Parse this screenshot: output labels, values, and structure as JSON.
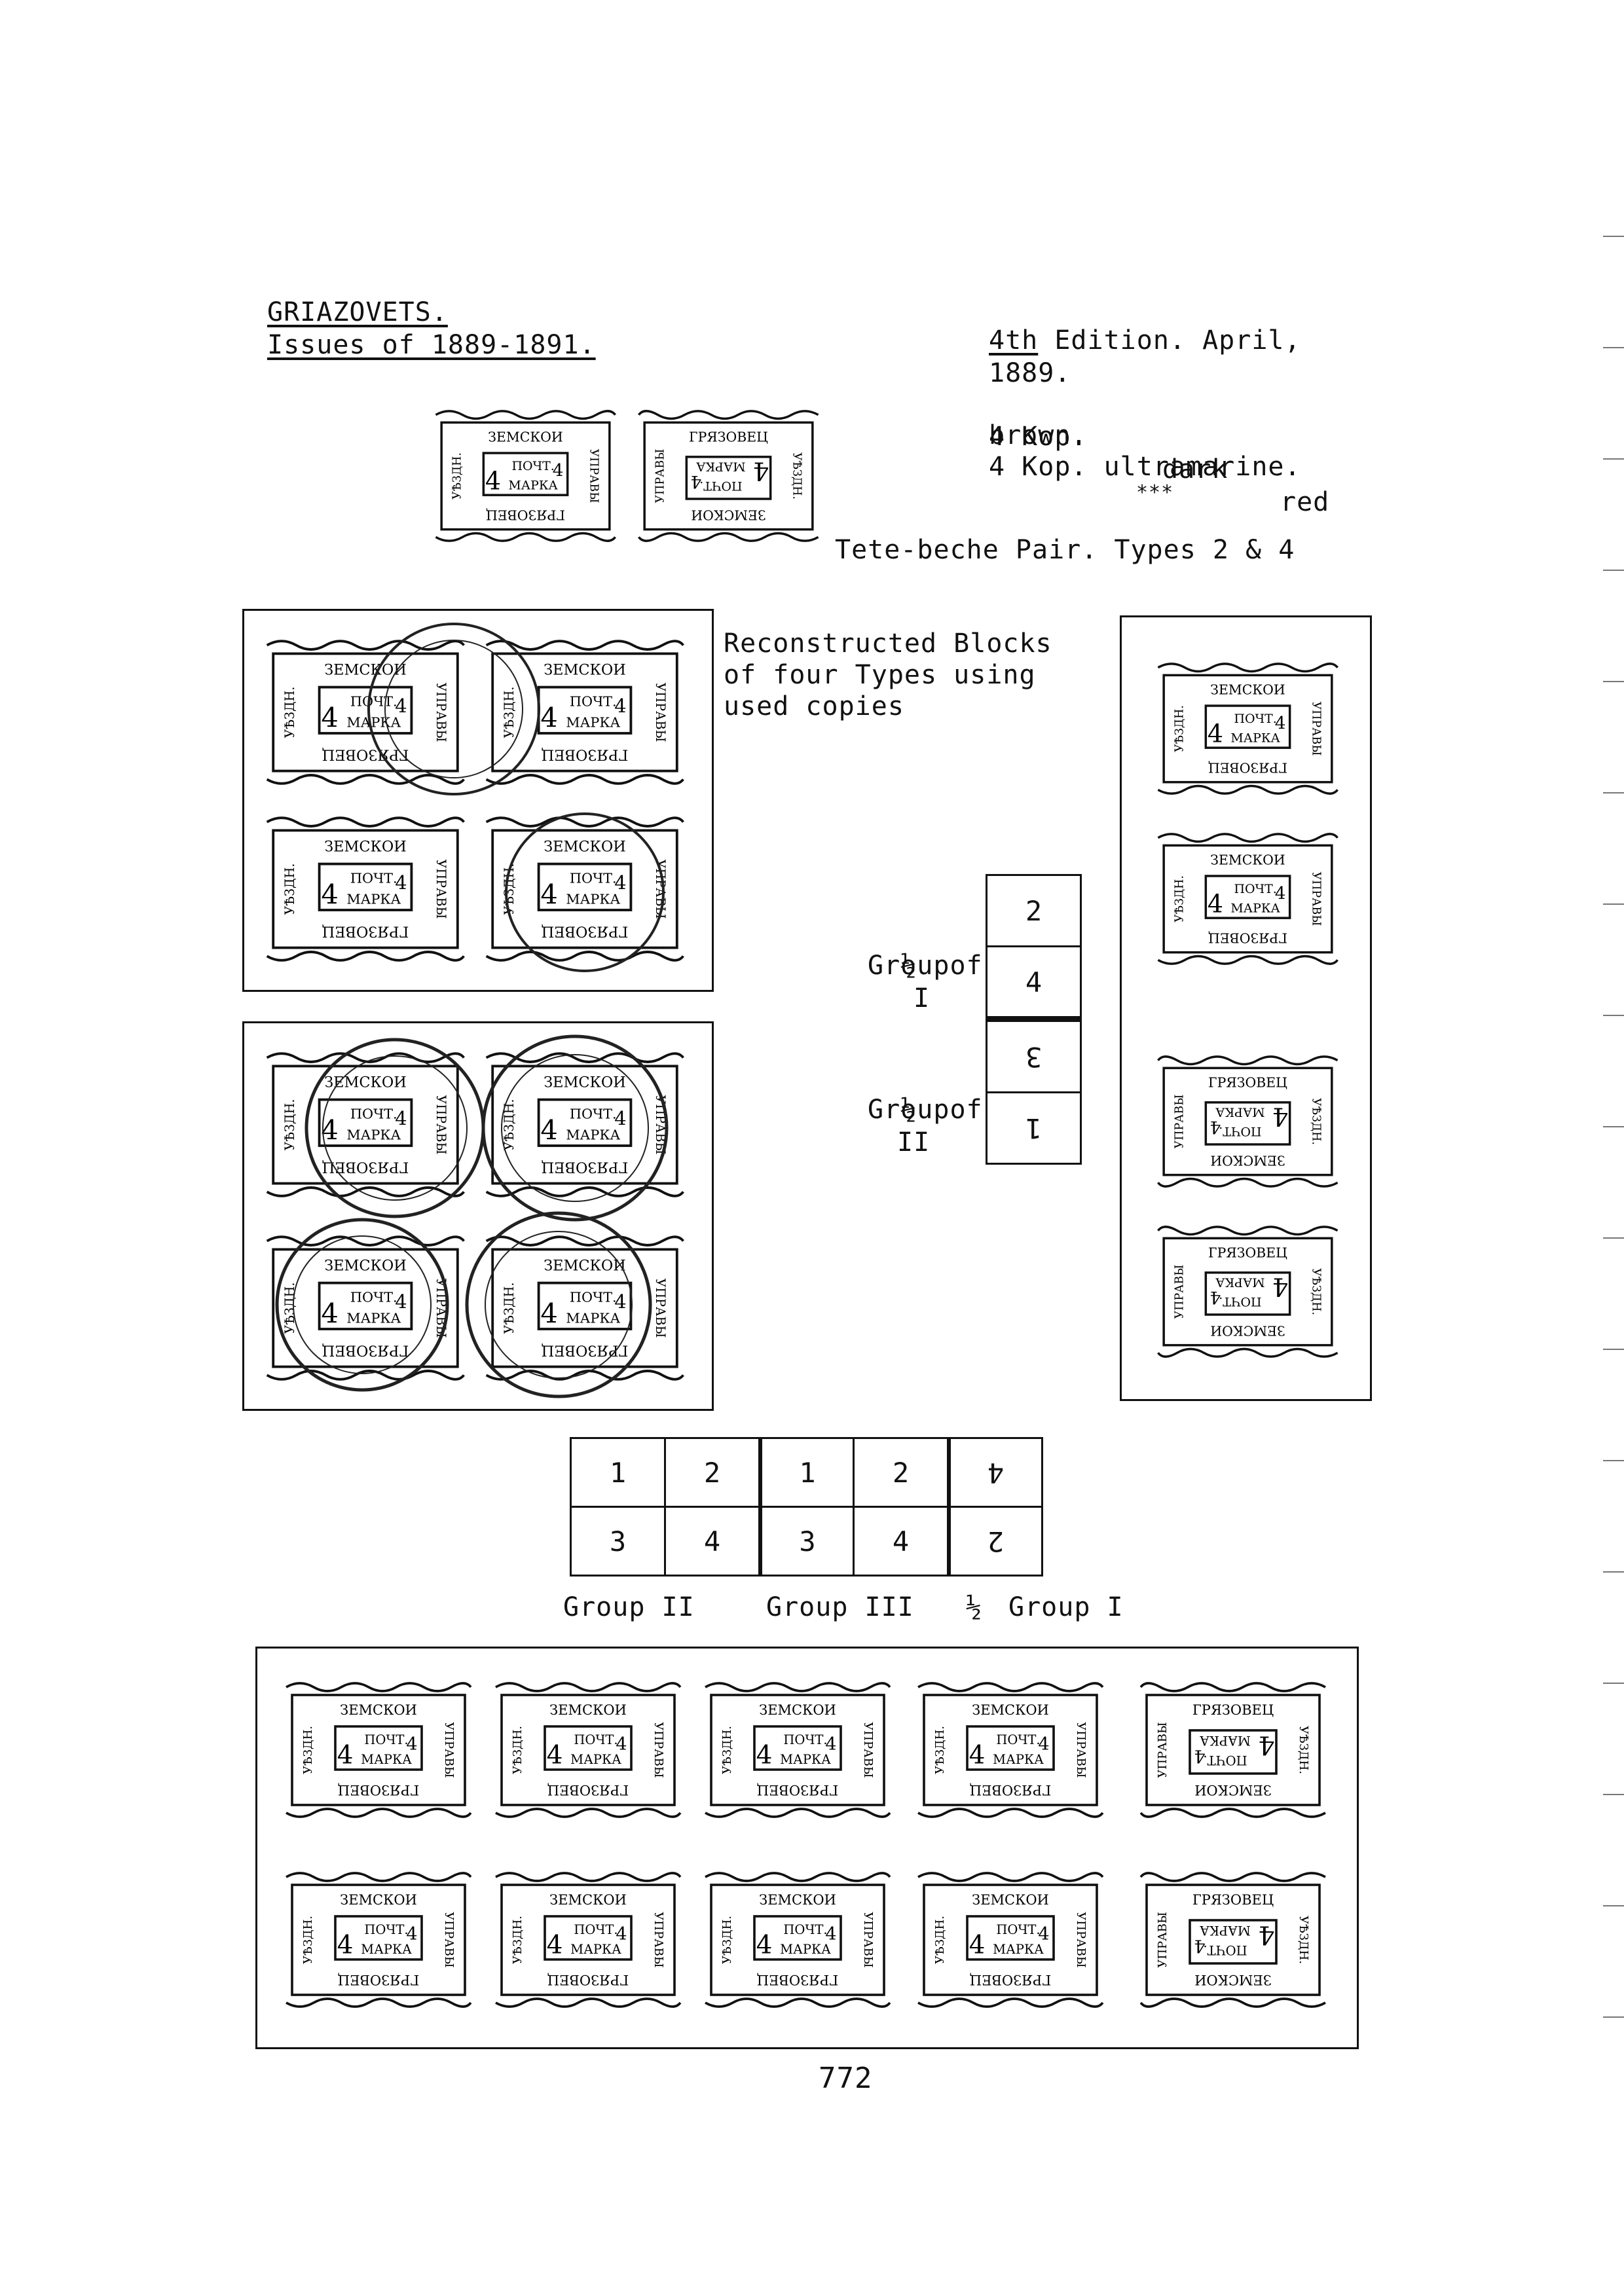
{
  "header": {
    "title": "GRIAZOVETS.",
    "subtitle": "Issues of 1889-1891."
  },
  "edition": {
    "ordinal": "4th",
    "line1_rest": " Edition. April,",
    "line2": "1889.",
    "line3_left": "4 Kop.",
    "line3_mid": "dark",
    "line3_right": "red",
    "line4": "brown.",
    "line5": "4 Kop. ultramarine.",
    "line6": "***"
  },
  "tete_beche": {
    "label": "Tete-beche Pair. Types 2 & 4"
  },
  "reconstructed": {
    "line1": "Reconstructed Blocks",
    "line2": "of four Types using",
    "line3": "used copies"
  },
  "group_column": {
    "half_label": "½",
    "of_label": "of",
    "group_label": "Group",
    "roman_one": "I",
    "roman_two": "II",
    "cells": [
      "2",
      "4",
      "3",
      "1"
    ]
  },
  "strip": {
    "top": [
      "1",
      "2",
      "1",
      "2",
      "4"
    ],
    "bottom": [
      "3",
      "4",
      "3",
      "4",
      "2"
    ],
    "labels": {
      "group2": "Group II",
      "group3": "Group III",
      "half": "½",
      "group1": "Group I"
    }
  },
  "stamp_text": {
    "zemskoi": "ЗЕМСКОИ",
    "pocht": "ПОЧТ.",
    "marka": "МАРКА",
    "griazovets": "ГРЯЗОВЕЦ",
    "uprav": "УПРАВЫ",
    "uezd": "УѢЗДН.",
    "denom": "4"
  },
  "page_number": "772"
}
